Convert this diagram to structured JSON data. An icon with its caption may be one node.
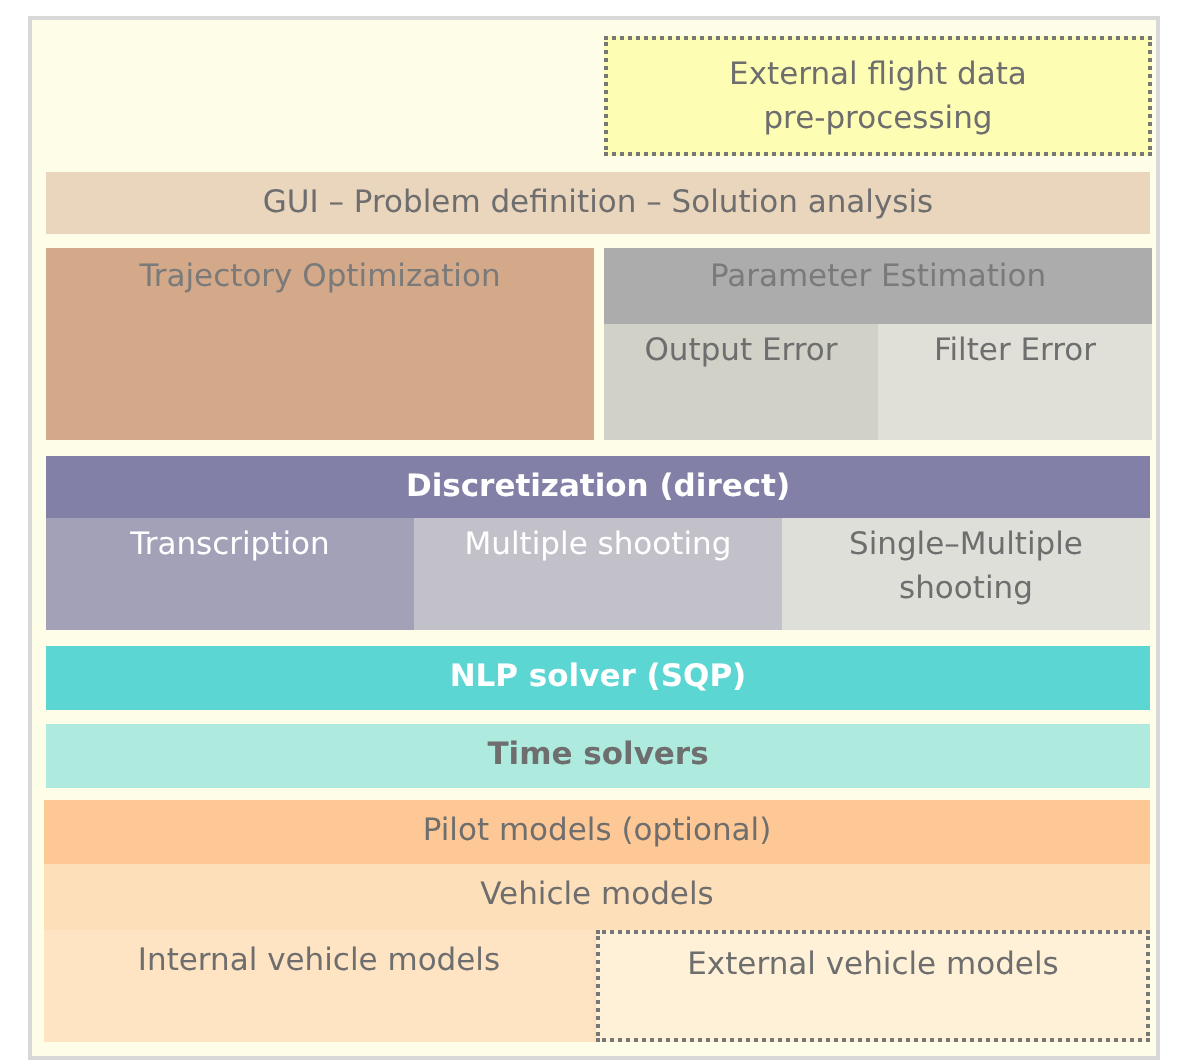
{
  "diagram": {
    "nodes": [
      {
        "text": [
          "External flight data pre-processing"
        ]
      },
      {
        "text": [
          "GUI – Problem definition – Solution analysis"
        ]
      },
      {
        "text": [
          "Trajectory Optimization"
        ]
      },
      {
        "text": [
          "Parameter Estimation"
        ]
      },
      {
        "text": [
          "Output Error"
        ],
        "in": 3
      },
      {
        "text": [
          "Filter Error"
        ],
        "in": 3
      },
      {
        "text": [
          "Discretization (direct)"
        ]
      },
      {
        "text": [
          "Transcription"
        ],
        "in": 6
      },
      {
        "text": [
          "Multiple shooting"
        ],
        "in": 6
      },
      {
        "text": [
          "Single–Multiple shooting"
        ],
        "in": 6
      },
      {
        "text": [
          "NLP solver (SQP)"
        ]
      },
      {
        "text": [
          "Time solvers"
        ]
      },
      {
        "text": [
          "Pilot models (optional)"
        ]
      },
      {
        "text": [
          "Vehicle models"
        ]
      },
      {
        "text": [
          "Internal vehicle models"
        ],
        "in": 13
      },
      {
        "text": [
          "External vehicle models"
        ],
        "in": 13
      }
    ]
  }
}
